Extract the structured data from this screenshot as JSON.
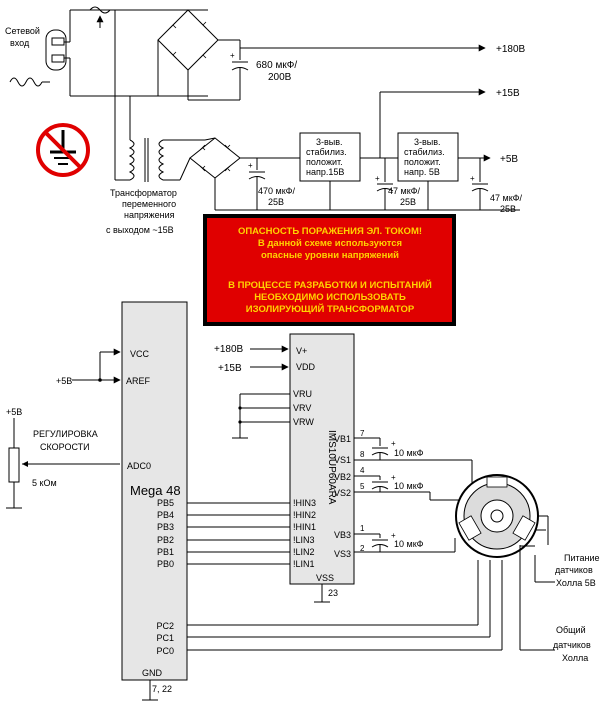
{
  "power_input": {
    "mains_label_line1": "Сетевой",
    "mains_label_line2": "вход"
  },
  "high_voltage": {
    "capacitor_line1": "680 мкФ/",
    "capacitor_line2": "200В",
    "output": "+180В"
  },
  "transformer": {
    "label_line1": "Трансформатор",
    "label_line2": "переменного",
    "label_line3": "напряжения",
    "label_line4": "с выходом ~15В"
  },
  "low_voltage": {
    "cap1_line1": "470 мкФ/",
    "cap1_line2": "25В",
    "reg15_line1": "3-выв.",
    "reg15_line2": "стабилиз.",
    "reg15_line3": "положит.",
    "reg15_line4": "напр.15В",
    "cap2_line1": "47 мкФ/",
    "cap2_line2": "25В",
    "reg5_line1": "3-выв.",
    "reg5_line2": "стабилиз.",
    "reg5_line3": "положит.",
    "reg5_line4": "напр. 5В",
    "cap3_line1": "47 мкФ/",
    "cap3_line2": "25В",
    "out15": "+15В",
    "out5": "+5В"
  },
  "warning": {
    "line1": "ОПАСНОСТЬ ПОРАЖЕНИЯ ЭЛ. ТОКОМ!",
    "line2": "В данной схеме используются",
    "line3": "опасные уровни напряжений",
    "line4": "В ПРОЦЕССЕ РАЗРАБОТКИ И ИСПЫТАНИЙ",
    "line5": "НЕОБХОДИМО ИСПОЛЬЗОВАТЬ",
    "line6": "ИЗОЛИРУЮЩИЙ ТРАНСФОРМАТОР",
    "bg_color": "#e00000",
    "text_color": "#ffd200"
  },
  "mcu": {
    "name": "Mega 48",
    "pins": {
      "vcc": "VCC",
      "aref": "AREF",
      "adc0": "ADC0",
      "pb5": "PB5",
      "pb4": "PB4",
      "pb3": "PB3",
      "pb2": "PB2",
      "pb1": "PB1",
      "pb0": "PB0",
      "pc2": "PC2",
      "pc1": "PC1",
      "pc0": "PC0",
      "gnd": "GND"
    },
    "gnd_pins": "7, 22",
    "supply": "+5В"
  },
  "speed_pot": {
    "supply": "+5В",
    "label_line1": "РЕГУЛИРОВКА",
    "label_line2": "СКОРОСТИ",
    "value": "5 кОм"
  },
  "driver": {
    "name": "IMS10UP60ARA",
    "pins": {
      "vplus": "V+",
      "vdd": "VDD",
      "vru": "VRU",
      "vrv": "VRV",
      "vrw": "VRW",
      "vb1": "VB1",
      "vs1": "VS1",
      "vb2": "VB2",
      "vs2": "VS2",
      "vb3": "VB3",
      "vs3": "VS3",
      "hin3": "!HIN3",
      "hin2": "!HIN2",
      "hin1": "!HIN1",
      "lin3": "!LIN3",
      "lin2": "!LIN2",
      "lin1": "!LIN1",
      "vss": "VSS"
    },
    "pin_numbers": {
      "vb1": "7",
      "vs1": "8",
      "vb2": "4",
      "vs2": "5",
      "vb3": "1",
      "vs3": "2",
      "vss": "23"
    },
    "supply_hv": "+180В",
    "supply_lv": "+15В"
  },
  "bootstrap_caps": {
    "c1": "10 мкФ",
    "c2": "10 мкФ",
    "c3": "10 мкФ"
  },
  "motor": {
    "hall_power_line1": "Питание",
    "hall_power_line2": "датчиков",
    "hall_power_line3": "Холла 5В",
    "hall_common_line1": "Общий",
    "hall_common_line2": "датчиков",
    "hall_common_line3": "Холла"
  }
}
